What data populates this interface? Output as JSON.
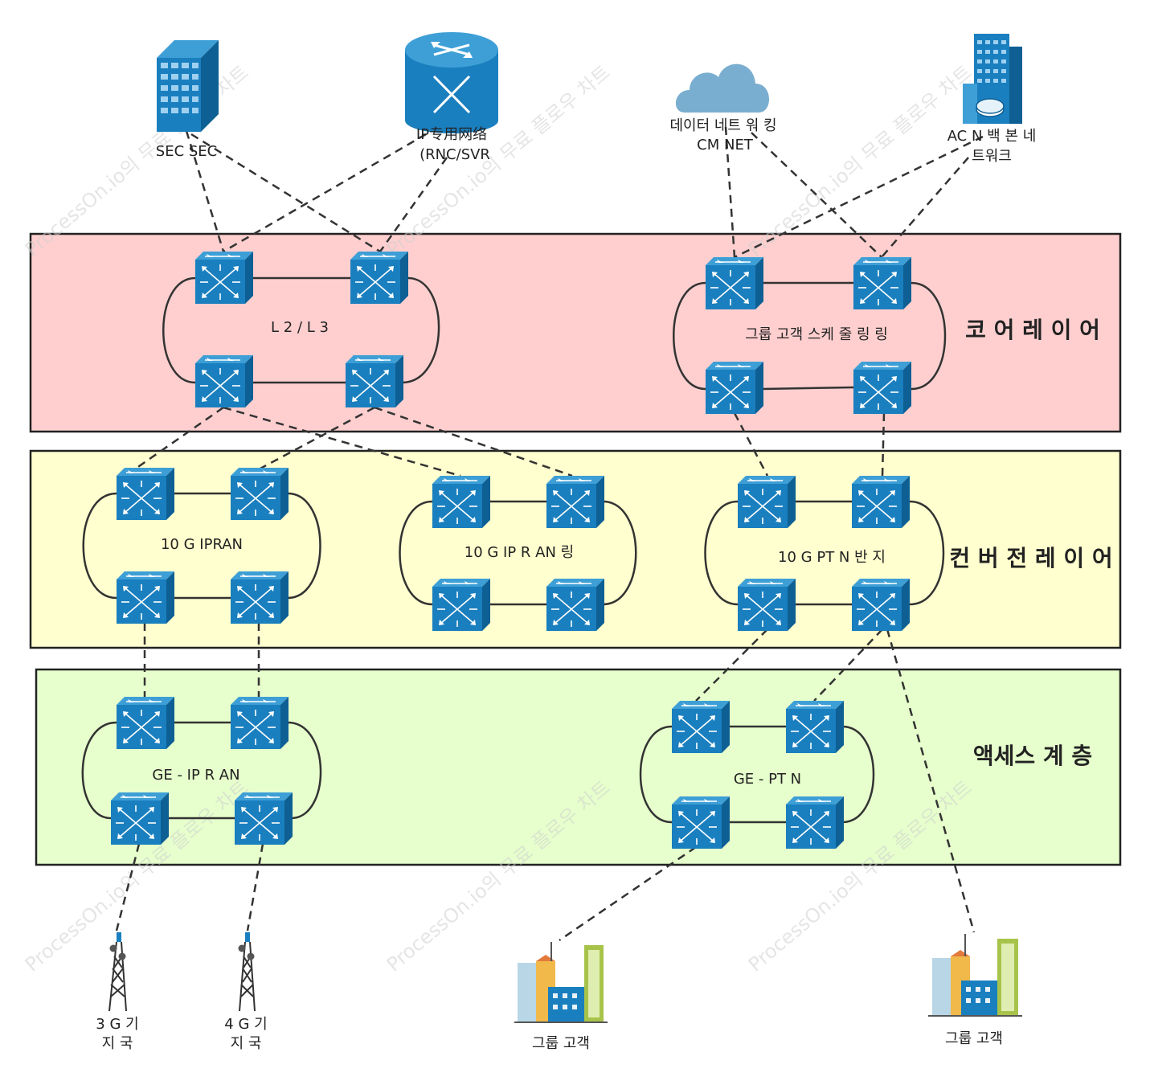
{
  "colors": {
    "core_layer": "#ffcfcf",
    "convergence_layer": "#ffffcf",
    "access_layer": "#e6ffcc",
    "switch_blue": "#1a7fbf",
    "cloud": "#7aaed0"
  },
  "layers": {
    "core": "코 어 레 이 어",
    "convergence": "컨 버 전 레 이 어",
    "access": "액세스 계 층"
  },
  "rings": {
    "core_l2l3": "L 2 / L 3",
    "core_group": "그룹 고객 스케 줄 링 링",
    "conv_ipran": "10 G IPRAN",
    "conv_ipran_ring": "10 G IP R AN 링",
    "conv_ptn": "10 G PT N 반 지",
    "access_ipran": "GE - IP R AN",
    "access_ptn": "GE - PT N"
  },
  "top_nodes": {
    "sec": "SEC SEC",
    "ip_line1": "IP专用网络",
    "ip_line2": "(RNC/SVR",
    "cloud_line1": "데이터 네트 워 킹",
    "cloud_line2": "CM NET",
    "acn_line1": "AC N 백 본 네",
    "acn_line2": "트워크"
  },
  "bottom_nodes": {
    "bts3g_line1": "3 G 기",
    "bts3g_line2": "지 국",
    "bts4g_line1": "4 G 기",
    "bts4g_line2": "지 국",
    "group1": "그룹 고객",
    "group2": "그룹 고객"
  },
  "watermark": "ProcessOn.io의 무료 플로우 차트"
}
